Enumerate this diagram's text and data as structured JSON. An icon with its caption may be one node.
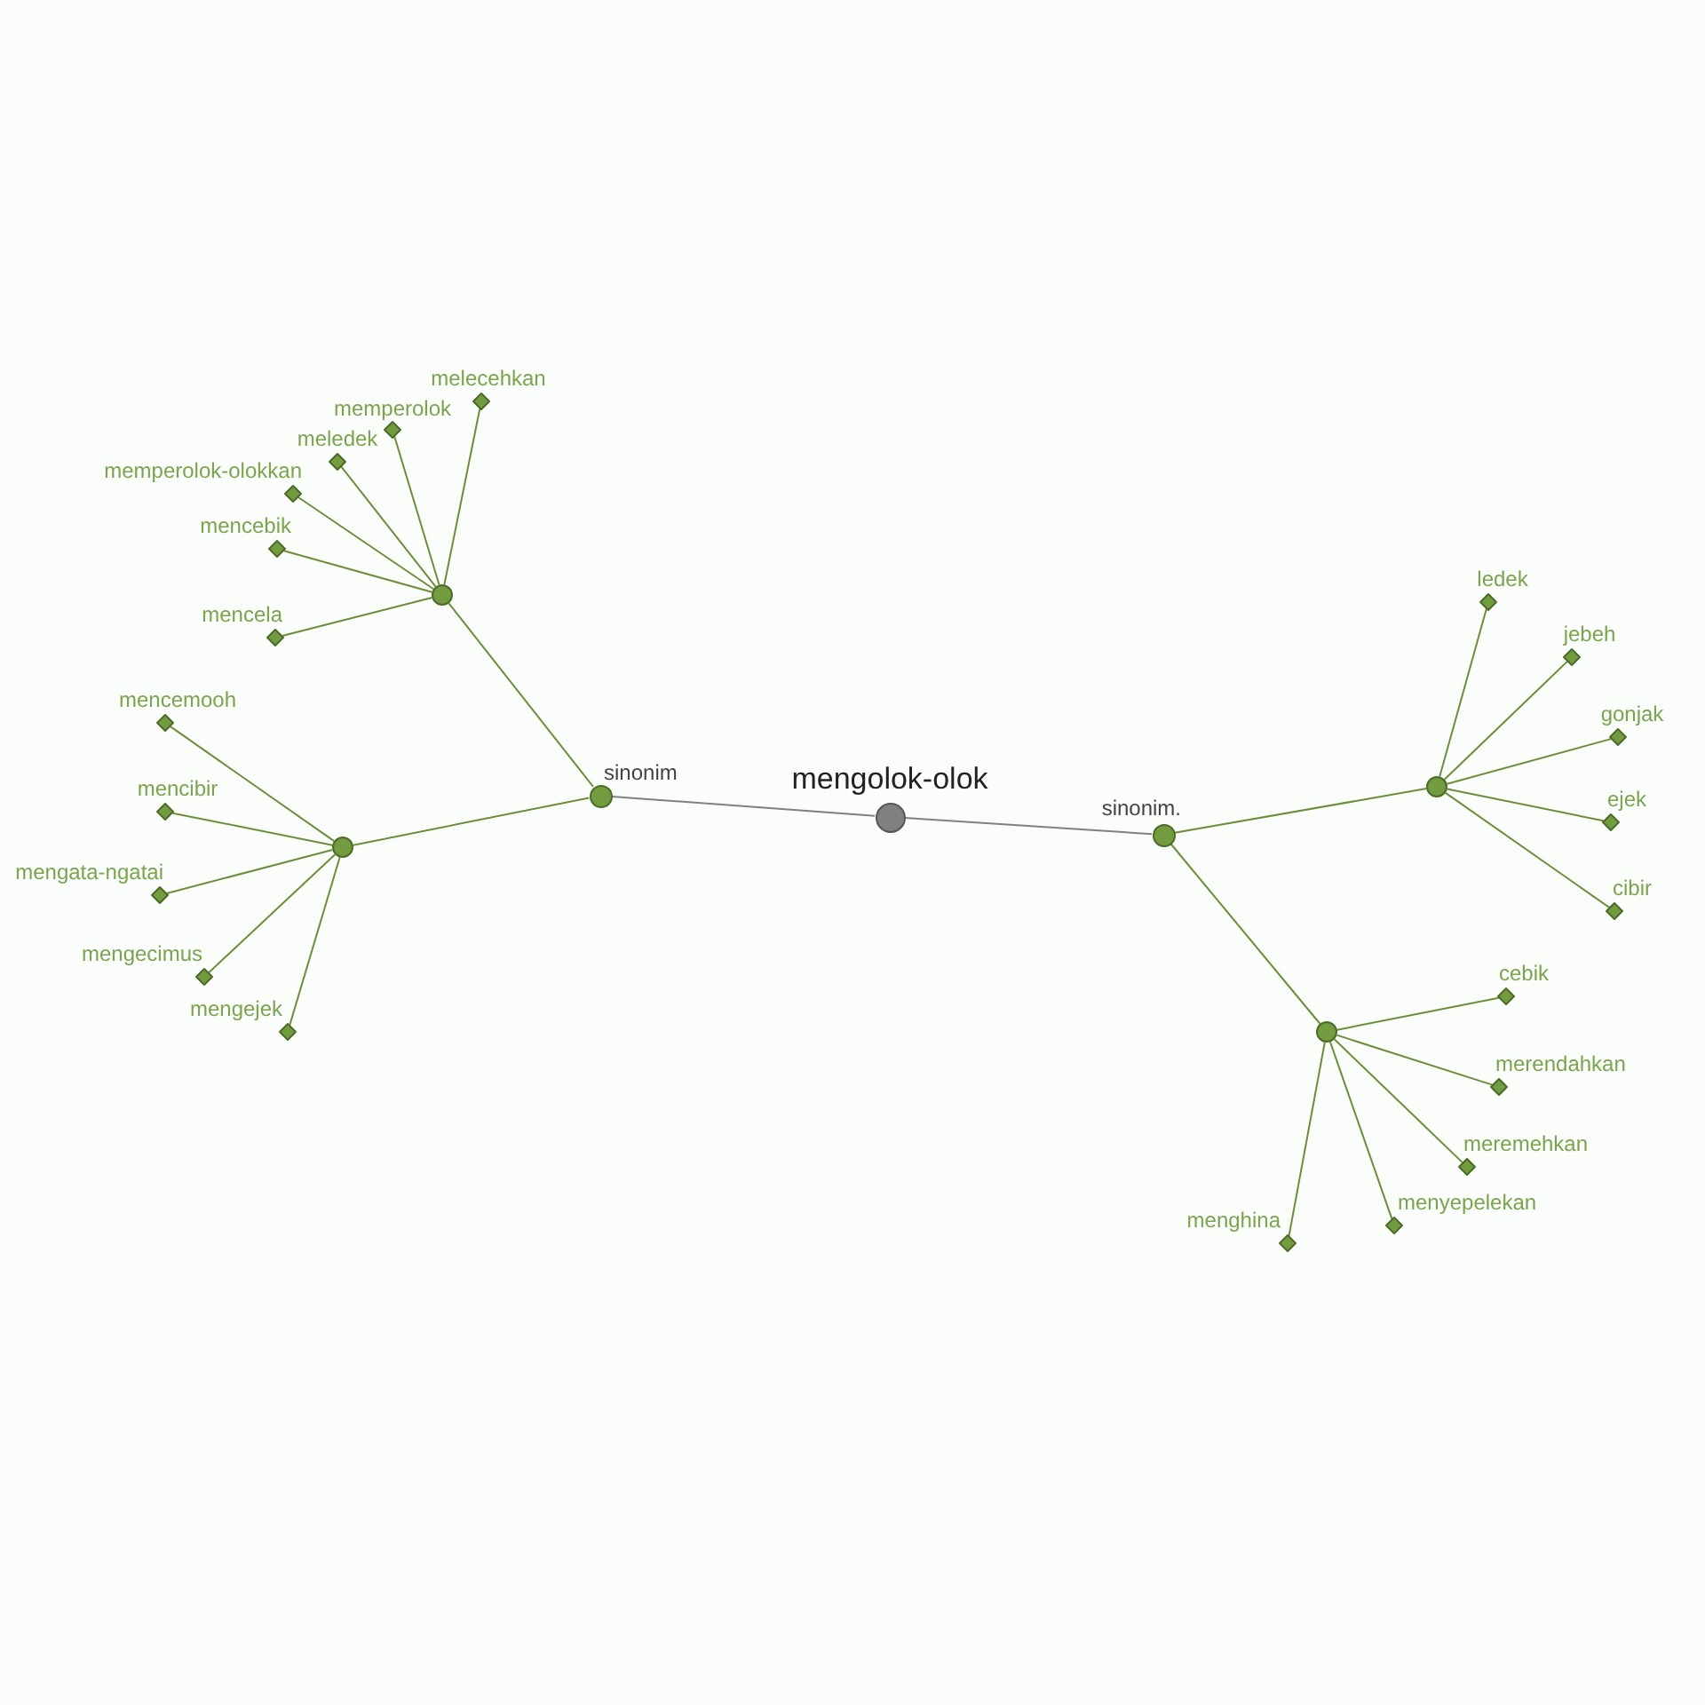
{
  "diagram": {
    "nodes": [
      {
        "text": [],
        "shape": "circle",
        "beside": [
          "mengolok-olok"
        ]
      },
      {
        "text": [],
        "shape": "circle",
        "beside": [
          "sinonim"
        ]
      },
      {
        "text": [],
        "shape": "circle",
        "beside": [
          "sinonim."
        ]
      },
      {
        "text": [],
        "shape": "circle"
      },
      {
        "text": [],
        "shape": "diamond",
        "beside": [
          "melecehkan"
        ]
      },
      {
        "text": [],
        "shape": "diamond",
        "beside": [
          "memperolok"
        ]
      },
      {
        "text": [],
        "shape": "diamond",
        "beside": [
          "meledek"
        ]
      },
      {
        "text": [],
        "shape": "diamond",
        "beside": [
          "memperolok-olokkan"
        ]
      },
      {
        "text": [],
        "shape": "diamond",
        "beside": [
          "mencebik"
        ]
      },
      {
        "text": [],
        "shape": "diamond",
        "beside": [
          "mencela"
        ]
      },
      {
        "text": [],
        "shape": "circle"
      },
      {
        "text": [],
        "shape": "diamond",
        "beside": [
          "mencemooh"
        ]
      },
      {
        "text": [],
        "shape": "diamond",
        "beside": [
          "mencibir"
        ]
      },
      {
        "text": [],
        "shape": "diamond",
        "beside": [
          "mengata-ngatai"
        ]
      },
      {
        "text": [],
        "shape": "diamond",
        "beside": [
          "mengecimus"
        ]
      },
      {
        "text": [],
        "shape": "diamond",
        "beside": [
          "mengejek"
        ]
      },
      {
        "text": [],
        "shape": "circle"
      },
      {
        "text": [],
        "shape": "diamond",
        "beside": [
          "ledek"
        ]
      },
      {
        "text": [],
        "shape": "diamond",
        "beside": [
          "jebeh"
        ]
      },
      {
        "text": [],
        "shape": "diamond",
        "beside": [
          "gonjak"
        ]
      },
      {
        "text": [],
        "shape": "diamond",
        "beside": [
          "ejek"
        ]
      },
      {
        "text": [],
        "shape": "diamond",
        "beside": [
          "cibir"
        ]
      },
      {
        "text": [],
        "shape": "circle"
      },
      {
        "text": [],
        "shape": "diamond",
        "beside": [
          "cebik"
        ]
      },
      {
        "text": [],
        "shape": "diamond",
        "beside": [
          "merendahkan"
        ]
      },
      {
        "text": [],
        "shape": "diamond",
        "beside": [
          "meremehkan"
        ]
      },
      {
        "text": [],
        "shape": "diamond",
        "beside": [
          "menyepelekan"
        ]
      },
      {
        "text": [],
        "shape": "diamond",
        "beside": [
          "menghina"
        ]
      }
    ],
    "edges": [
      {
        "from": 0,
        "to": 1,
        "arrow": "none",
        "color": "#808080"
      },
      {
        "from": 0,
        "to": 2,
        "arrow": "none",
        "color": "#808080"
      },
      {
        "from": 1,
        "to": 3,
        "arrow": "none"
      },
      {
        "from": 1,
        "to": 10,
        "arrow": "none"
      },
      {
        "from": 2,
        "to": 16,
        "arrow": "none"
      },
      {
        "from": 2,
        "to": 22,
        "arrow": "none"
      },
      {
        "from": 3,
        "to": 4,
        "arrow": "none"
      },
      {
        "from": 3,
        "to": 5,
        "arrow": "none"
      },
      {
        "from": 3,
        "to": 6,
        "arrow": "none"
      },
      {
        "from": 3,
        "to": 7,
        "arrow": "none"
      },
      {
        "from": 3,
        "to": 8,
        "arrow": "none"
      },
      {
        "from": 3,
        "to": 9,
        "arrow": "none"
      },
      {
        "from": 10,
        "to": 11,
        "arrow": "none"
      },
      {
        "from": 10,
        "to": 12,
        "arrow": "none"
      },
      {
        "from": 10,
        "to": 13,
        "arrow": "none"
      },
      {
        "from": 10,
        "to": 14,
        "arrow": "none"
      },
      {
        "from": 10,
        "to": 15,
        "arrow": "none"
      },
      {
        "from": 16,
        "to": 17,
        "arrow": "none"
      },
      {
        "from": 16,
        "to": 18,
        "arrow": "none"
      },
      {
        "from": 16,
        "to": 19,
        "arrow": "none"
      },
      {
        "from": 16,
        "to": 20,
        "arrow": "none"
      },
      {
        "from": 16,
        "to": 21,
        "arrow": "none"
      },
      {
        "from": 22,
        "to": 23,
        "arrow": "none"
      },
      {
        "from": 22,
        "to": 24,
        "arrow": "none"
      },
      {
        "from": 22,
        "to": 25,
        "arrow": "none"
      },
      {
        "from": 22,
        "to": 26,
        "arrow": "none"
      },
      {
        "from": 22,
        "to": 27,
        "arrow": "none"
      }
    ]
  }
}
